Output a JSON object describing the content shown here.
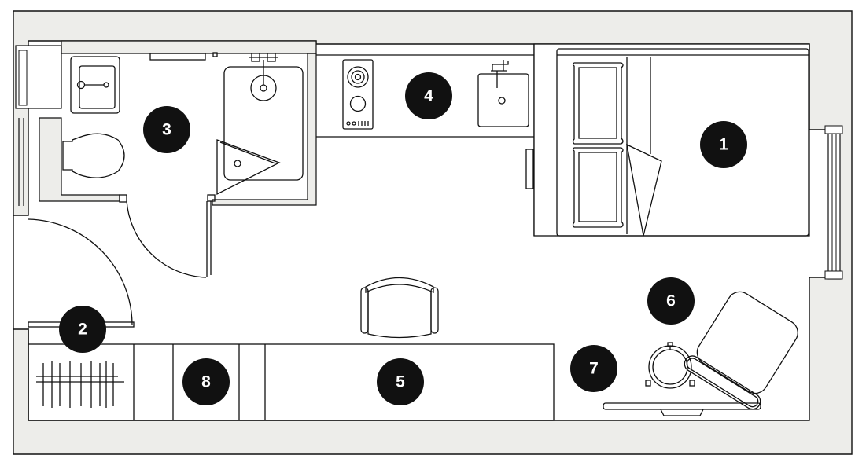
{
  "colors": {
    "wall": "#ededea",
    "line": "#111111",
    "floor": "#ffffff",
    "marker_fill": "#111111",
    "marker_text": "#ffffff"
  },
  "markers": [
    {
      "id": "marker-1",
      "label": "1"
    },
    {
      "id": "marker-2",
      "label": "2"
    },
    {
      "id": "marker-3",
      "label": "3"
    },
    {
      "id": "marker-4",
      "label": "4"
    },
    {
      "id": "marker-5",
      "label": "5"
    },
    {
      "id": "marker-6",
      "label": "6"
    },
    {
      "id": "marker-7",
      "label": "7"
    },
    {
      "id": "marker-8",
      "label": "8"
    }
  ]
}
